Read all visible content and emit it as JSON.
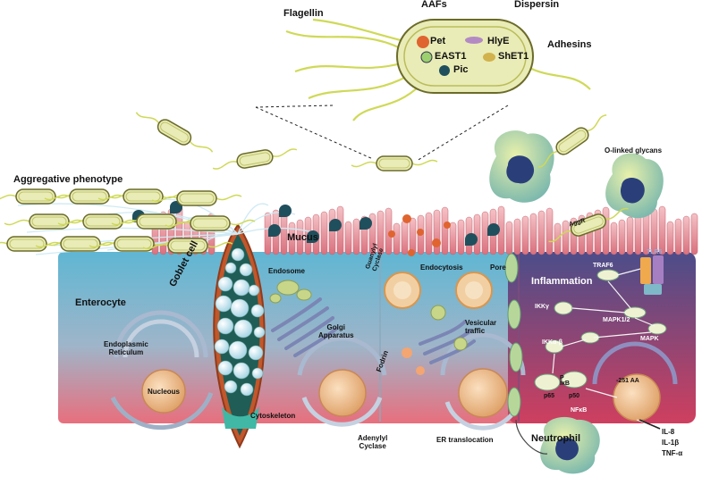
{
  "bacterium": {
    "flagellin": "Flagellin",
    "aafs": "AAFs",
    "dispersin": "Dispersin",
    "adhesins": "Adhesins",
    "toxins": [
      "Pet",
      "HlyE",
      "EAST1",
      "ShET1",
      "Pic"
    ]
  },
  "labels": {
    "aggregative_phenotype": "Aggregative phenotype",
    "o_linked_glycans": "O-linked glycans",
    "mucus": "Mucus",
    "enterocyte": "Enterocyte",
    "goblet_cell": "Goblet cell",
    "endosome": "Endosome",
    "golgi_apparatus": "Golgi\nApparatus",
    "endoplasmic_reticulum": "Endoplasmic\nReticulum",
    "nucleous": "Nucleous",
    "cytoskeleton": "Cytoskeleton",
    "guanylyl_cyclase": "Guanylyl\nCyclase",
    "endocytosis": "Endocytosis",
    "pore": "Pore",
    "vesicular_traffic": "Vesicular\ntraffic",
    "fodrin": "Fodrin",
    "adenylyl_cyclase": "Adenylyl\nCyclase",
    "er_translocation": "ER translocation",
    "inflammation": "Inflammation",
    "aggr": "AggR",
    "tlr5": "TLR5",
    "traf6": "TRAF6",
    "ikk_gamma": "IKKγ",
    "mapk12": "MAPK1/2",
    "ikk_ab": "IKKα-β",
    "mapk": "MAPK",
    "ikb": "IκB",
    "p65": "p65",
    "p50": "p50",
    "nfkb": "NFκB",
    "promoter": "-251 AA",
    "p": "P",
    "neutrophil": "Neutrophil",
    "cytokines": [
      "IL-8",
      "IL-1β",
      "TNF-α"
    ]
  },
  "colors": {
    "cell_top": "#5fb6d3",
    "cell_bottom": "#e86f7d",
    "inflamed_top": "#4b4d8a",
    "inflamed_bottom": "#cf3f5f",
    "goblet": "#c2572b",
    "bacteria": "#e9ecb6",
    "flagella": "#cfd957",
    "villi": "#eaa0a8",
    "mucin": "#1f4f5c"
  }
}
